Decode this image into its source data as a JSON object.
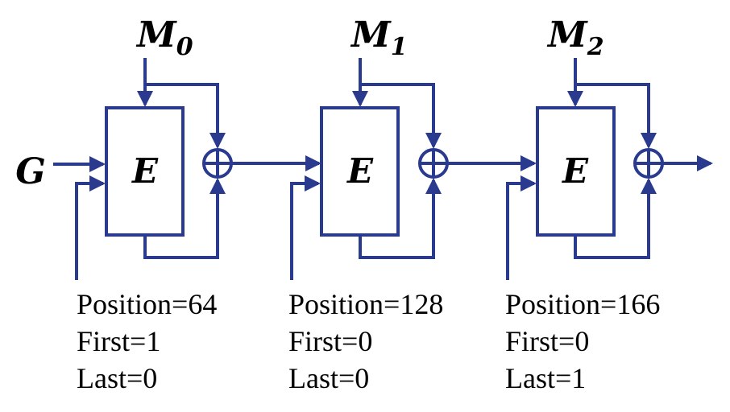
{
  "input_label": "G",
  "line_color": "#2a3a8f",
  "stages": [
    {
      "message": "M",
      "message_sub": "0",
      "block": "E",
      "params": [
        "Position=64",
        "First=1",
        "Last=0"
      ]
    },
    {
      "message": "M",
      "message_sub": "1",
      "block": "E",
      "params": [
        "Position=128",
        "First=0",
        "Last=0"
      ]
    },
    {
      "message": "M",
      "message_sub": "2",
      "block": "E",
      "params": [
        "Position=166",
        "First=0",
        "Last=1"
      ]
    }
  ]
}
